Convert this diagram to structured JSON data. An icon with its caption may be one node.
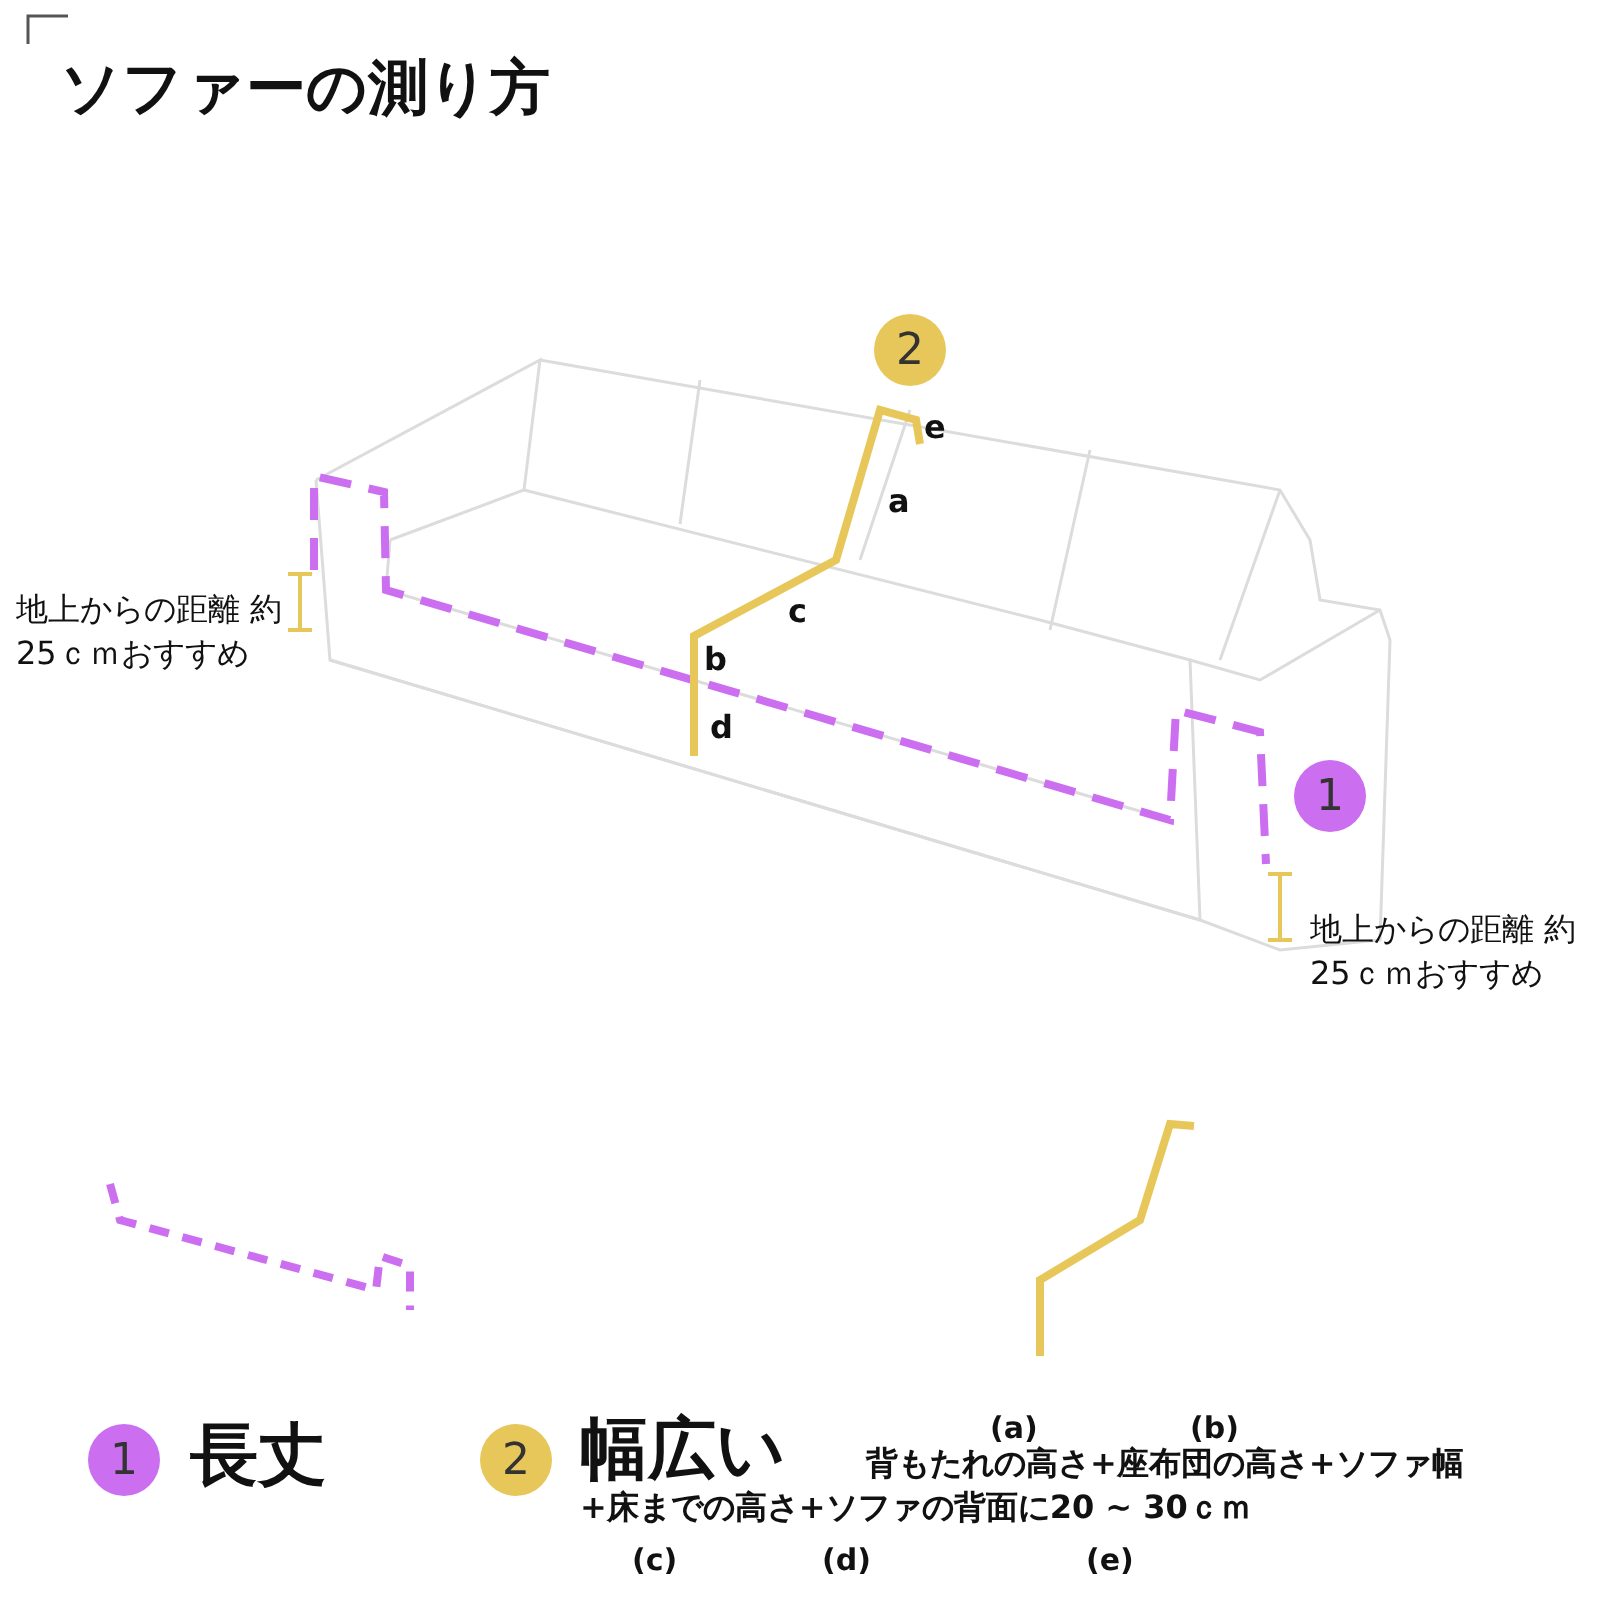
{
  "diagram": {
    "title": "ソファーの測り方",
    "nodes": [
      {
        "text": [
          "2"
        ]
      },
      {
        "text": [
          "1"
        ]
      },
      {
        "text": [
          "1"
        ]
      },
      {
        "text": [
          "2"
        ]
      }
    ],
    "labels": [
      "e",
      "a",
      "地上からの距離 約25ｃｍおすすめ",
      "c",
      "b",
      "d",
      "地上からの距離 約25ｃｍおすすめ",
      "長丈",
      "幅広い",
      "(a)",
      "(b)",
      "背もたれの高さ+座布団の高さ+ソファ幅+床までの高さ+ソファの背面に20 ~ 30ｃｍ",
      "(c)",
      "(d)",
      "(e)"
    ]
  }
}
